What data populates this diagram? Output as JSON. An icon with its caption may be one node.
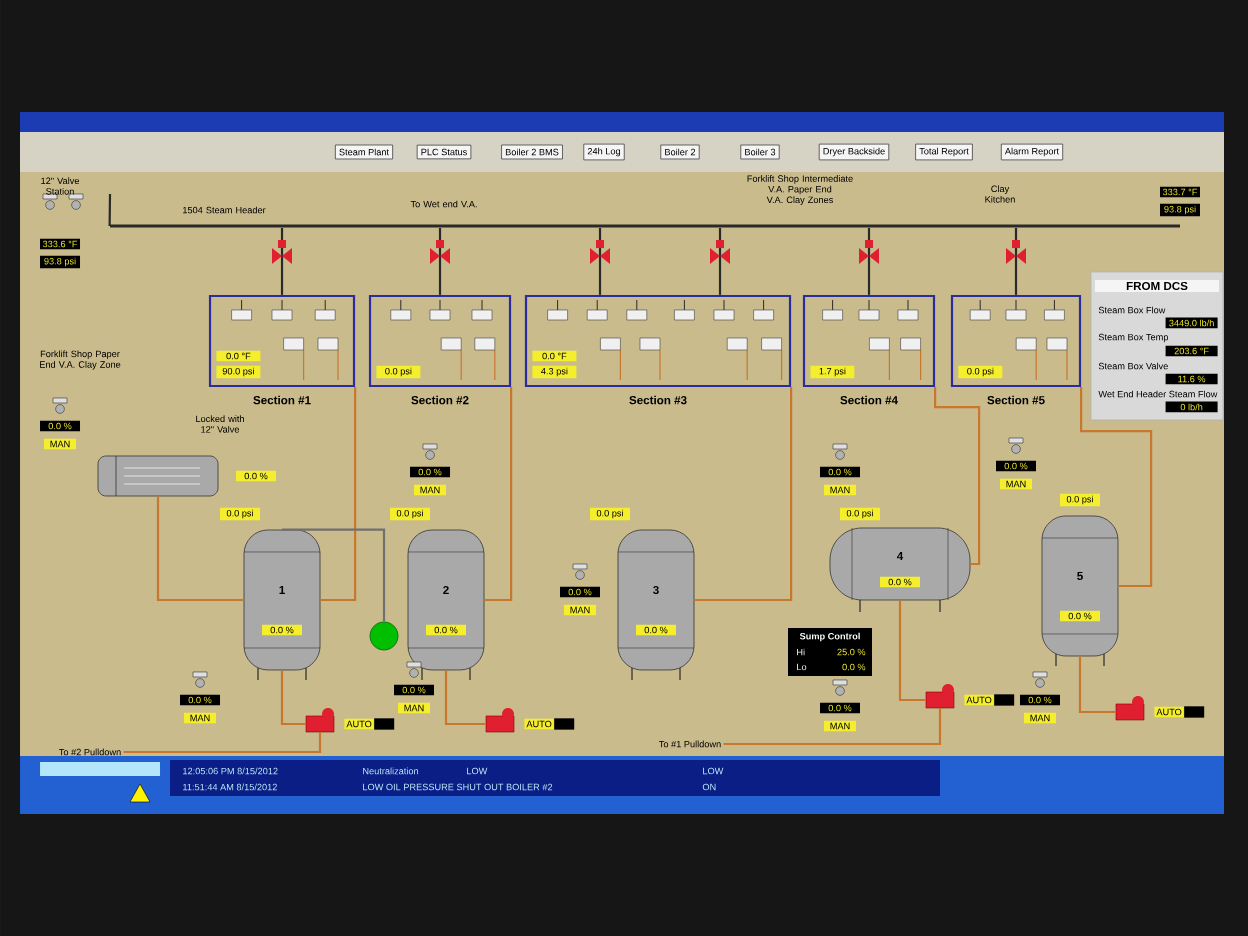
{
  "diagram": {
    "nodes": [
      {
        "text": [
          "0.0 °F",
          "90.0 psi",
          "Section #1"
        ]
      },
      {
        "text": [
          "0.0 psi",
          "Section #2"
        ]
      },
      {
        "text": [
          "0.0 °F",
          "4.3 psi",
          "Section #3"
        ]
      },
      {
        "text": [
          "1.7 psi",
          "Section #4"
        ]
      },
      {
        "text": [
          "0.0 psi",
          "Section #5"
        ]
      },
      {
        "text": [
          "FROM DCS",
          "Steam Box Flow",
          "3449.0 lb/h",
          "Steam Box Temp",
          "203.6 °F",
          "Steam Box Valve",
          "11.6 %",
          "Wet End Header Steam Flow",
          "0 lb/h"
        ]
      },
      {
        "text": [],
        "shape": "cylinder",
        "beside": [
          "0.0 %"
        ]
      },
      {
        "text": [
          "1",
          "0.0 %"
        ],
        "beside": [
          "0.0 psi"
        ]
      },
      {
        "text": [
          "2",
          "0.0 %"
        ],
        "beside": [
          "0.0 psi"
        ]
      },
      {
        "text": [
          "3",
          "0.0 %"
        ],
        "beside": [
          "0.0 psi"
        ]
      },
      {
        "text": [
          "4",
          "0.0 %"
        ],
        "beside": [
          "0.0 psi"
        ]
      },
      {
        "text": [
          "5",
          "0.0 %"
        ],
        "beside": [
          "0.0 psi"
        ]
      },
      {
        "text": [],
        "shape": "circle"
      },
      {
        "text": [
          "Sump Control",
          "Hi",
          "25.0 %",
          "Lo",
          "0.0 %"
        ]
      },
      {
        "text": [],
        "shape": "pump",
        "beside": [
          "AUTO"
        ]
      },
      {
        "text": [],
        "shape": "pump",
        "beside": [
          "AUTO"
        ]
      },
      {
        "text": [],
        "shape": "pump",
        "beside": [
          "AUTO"
        ]
      },
      {
        "text": [],
        "shape": "pump",
        "beside": [
          "AUTO"
        ]
      },
      {
        "text": [
          "To #2 Pulldown"
        ]
      },
      {
        "text": [
          "To #1 Pulldown"
        ]
      },
      {
        "text": [],
        "shape": "bar"
      }
    ],
    "edges": [
      {
        "from": 0,
        "to": 7,
        "arrow": "none"
      },
      {
        "from": 1,
        "to": 8,
        "arrow": "none"
      },
      {
        "from": 2,
        "to": 9,
        "arrow": "none"
      },
      {
        "from": 3,
        "to": 10,
        "arrow": "none"
      },
      {
        "from": 4,
        "to": 11,
        "arrow": "none"
      },
      {
        "from": 6,
        "to": 7,
        "arrow": "none"
      },
      {
        "from": 7,
        "to": 12,
        "arrow": "none",
        "color": "#707070"
      },
      {
        "from": 7,
        "to": 14,
        "arrow": "none"
      },
      {
        "from": 8,
        "to": 15,
        "arrow": "none"
      },
      {
        "from": 10,
        "to": 16,
        "arrow": "none"
      },
      {
        "from": 11,
        "to": 17,
        "arrow": "none"
      },
      {
        "from": 14,
        "to": 18,
        "arrow": "none"
      },
      {
        "from": 16,
        "to": 19,
        "arrow": "none"
      },
      {
        "from": 20,
        "to": 0,
        "arrow": "none",
        "color": "#2a2a2a"
      },
      {
        "from": 20,
        "to": 1,
        "arrow": "none",
        "color": "#2a2a2a"
      },
      {
        "from": 20,
        "to": 2,
        "arrow": "none",
        "color": "#2a2a2a"
      },
      {
        "from": 20,
        "to": 2,
        "arrow": "none",
        "color": "#2a2a2a"
      },
      {
        "from": 20,
        "to": 3,
        "arrow": "none",
        "color": "#2a2a2a"
      },
      {
        "from": 20,
        "to": 4,
        "arrow": "none",
        "color": "#2a2a2a"
      },
      {
        "from": null,
        "to": 20,
        "arrow": "none",
        "color": "#2a2a2a"
      }
    ],
    "labels": [
      "Steam Plant",
      "PLC Status",
      "Boiler 2 BMS",
      "24h Log",
      "Boiler 2",
      "Boiler 3",
      "Dryer Backside",
      "Total Report",
      "Alarm Report",
      "12\" Valve Station",
      "1504 Steam Header",
      "To Wet end V.A.",
      "Forklift Shop Intermediate V.A. Paper End V.A. Clay Zones",
      "Clay Kitchen",
      "333.6 °F",
      "93.8 psi",
      "333.7 °F",
      "93.8 psi",
      "Forklift Shop Paper End V.A. Clay Zone",
      "Locked with 12\" Valve",
      "0.0 %",
      "MAN",
      "0.0 %",
      "MAN",
      "0.0 %",
      "MAN",
      "0.0 %",
      "MAN",
      "0.0 %",
      "MAN",
      "0.0 %",
      "MAN",
      "0.0 %",
      "MAN",
      "0.0 %",
      "MAN",
      "0.0 %",
      "MAN",
      "12:05:06 PM 8/15/2012",
      "Neutralization",
      "LOW",
      "LOW",
      "11:51:44 AM 8/15/2012",
      "LOW OIL PRESSURE SHUT OUT BOILER #2",
      "ON"
    ]
  }
}
